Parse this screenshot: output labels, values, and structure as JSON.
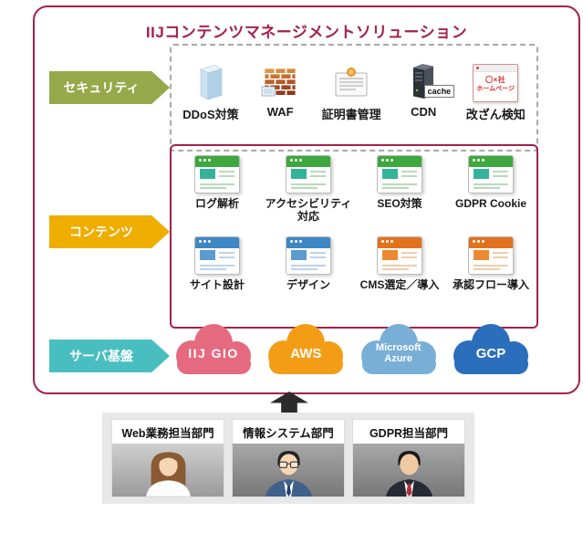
{
  "title": "IIJコンテンツマネージメントソリューション",
  "security": {
    "row_label": "セキュリティ",
    "items": [
      {
        "label": "DDoS対策",
        "icon": "ddos-box-icon"
      },
      {
        "label": "WAF",
        "icon": "waf-brick-wall-icon"
      },
      {
        "label": "証明書管理",
        "icon": "certificate-icon"
      },
      {
        "label": "CDN",
        "icon": "cdn-server-icon",
        "badge": "cache"
      },
      {
        "label": "改ざん検知",
        "icon": "tampered-page-icon",
        "page_line1": "〇×社",
        "page_line2": "ホームページ"
      }
    ]
  },
  "contents": {
    "row_label": "コンテンツ",
    "row1": [
      {
        "label": "ログ解析",
        "icon": "browser-window-icon",
        "theme": "green"
      },
      {
        "label": "アクセシビリティ対応",
        "icon": "browser-window-icon",
        "theme": "green"
      },
      {
        "label": "SEO対策",
        "icon": "browser-window-icon",
        "theme": "green"
      },
      {
        "label": "GDPR Cookie",
        "icon": "browser-window-icon",
        "theme": "green"
      }
    ],
    "row2": [
      {
        "label": "サイト設計",
        "icon": "browser-window-icon",
        "theme": "blue"
      },
      {
        "label": "デザイン",
        "icon": "browser-window-icon",
        "theme": "blue"
      },
      {
        "label": "CMS選定／導入",
        "icon": "browser-window-icon",
        "theme": "orange"
      },
      {
        "label": "承認フロー導入",
        "icon": "browser-window-icon",
        "theme": "orange"
      }
    ]
  },
  "server": {
    "row_label": "サーバ基盤",
    "clouds": [
      {
        "label": "IIJ GIO",
        "color": "#e56a80"
      },
      {
        "label": "AWS",
        "color": "#f39d17"
      },
      {
        "label": "Microsoft Azure",
        "color": "#79afd7"
      },
      {
        "label": "GCP",
        "color": "#2a6ebc"
      }
    ]
  },
  "departments": {
    "items": [
      {
        "label": "Web業務担当部門",
        "avatar": "woman"
      },
      {
        "label": "情報システム部門",
        "avatar": "man-glasses"
      },
      {
        "label": "GDPR担当部門",
        "avatar": "man-suit"
      }
    ]
  },
  "colors": {
    "frame_accent": "#a3224a",
    "security_label_bg": "#95a94b",
    "contents_label_bg": "#efad00",
    "server_label_bg": "#49bec0",
    "departments_bg": "#e8e8e8",
    "up_arrow": "#2b2b2b"
  }
}
